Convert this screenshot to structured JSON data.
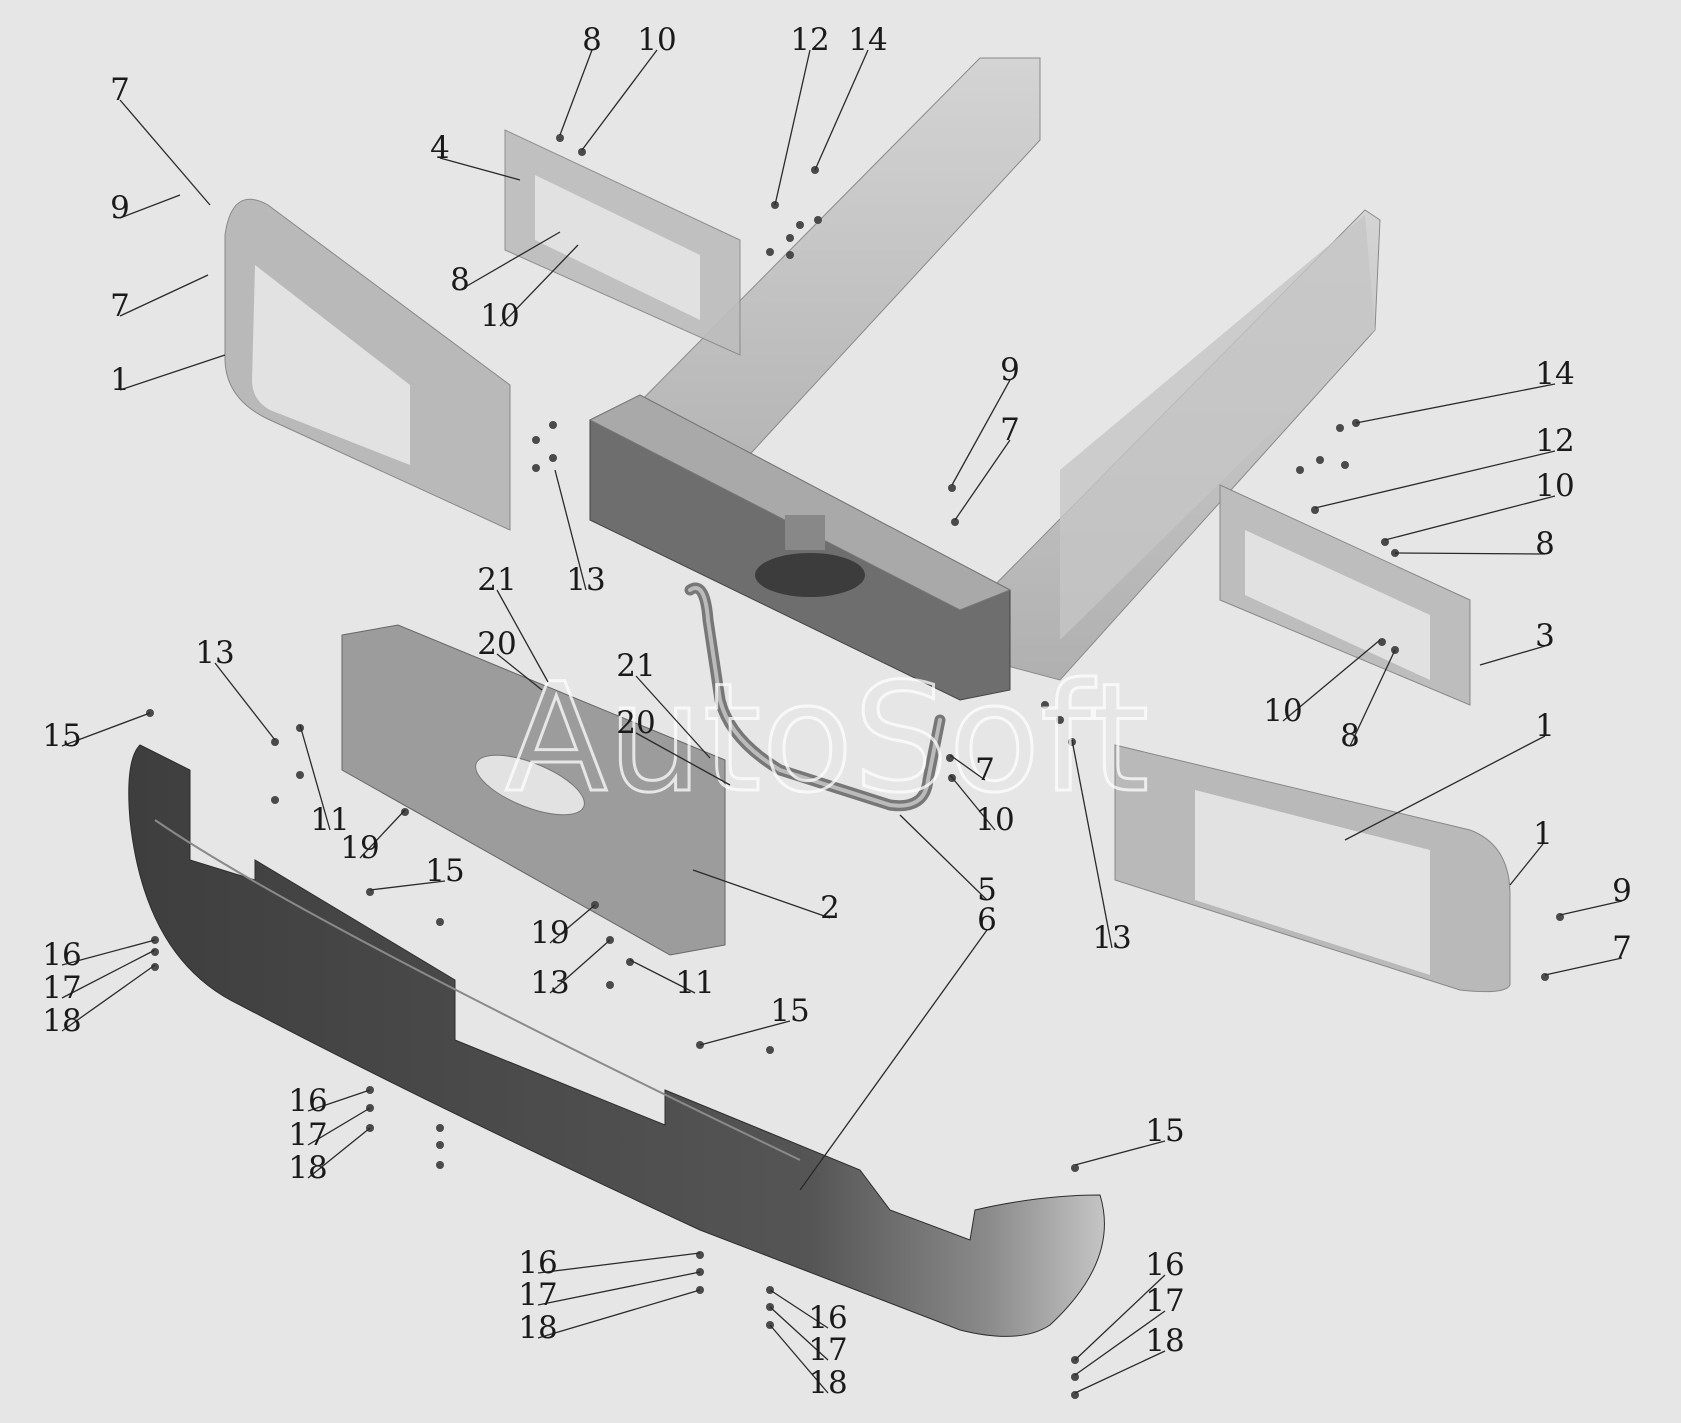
{
  "watermark": "AutoSoft",
  "parts": {
    "frame": "frame-rails",
    "crossmember": "front-crossmember",
    "bracket_left": "4",
    "bracket_right": "3",
    "panel_left": "1",
    "panel_right": "1",
    "center_panel": "2",
    "tow_bar": "5",
    "bumper": "6"
  },
  "colors": {
    "background": "#e6e6e6",
    "light_part": "#b9b9b9",
    "mid_part": "#9c9c9c",
    "dark_part": "#454545",
    "text": "#1a1a1a"
  },
  "callouts": [
    {
      "id": "c8a",
      "text": "8"
    },
    {
      "id": "c10a",
      "text": "10"
    },
    {
      "id": "c12a",
      "text": "12"
    },
    {
      "id": "c14a",
      "text": "14"
    },
    {
      "id": "c7a",
      "text": "7"
    },
    {
      "id": "c4",
      "text": "4"
    },
    {
      "id": "c9a",
      "text": "9"
    },
    {
      "id": "c8b",
      "text": "8"
    },
    {
      "id": "c7b",
      "text": "7"
    },
    {
      "id": "c10b",
      "text": "10"
    },
    {
      "id": "c1a",
      "text": "1"
    },
    {
      "id": "c9b",
      "text": "9"
    },
    {
      "id": "c14b",
      "text": "14"
    },
    {
      "id": "c7c",
      "text": "7"
    },
    {
      "id": "c12b",
      "text": "12"
    },
    {
      "id": "c10c",
      "text": "10"
    },
    {
      "id": "c8c",
      "text": "8"
    },
    {
      "id": "c13a",
      "text": "13"
    },
    {
      "id": "c21a",
      "text": "21"
    },
    {
      "id": "c3",
      "text": "3"
    },
    {
      "id": "c20a",
      "text": "20"
    },
    {
      "id": "c13b",
      "text": "13"
    },
    {
      "id": "c21b",
      "text": "21"
    },
    {
      "id": "c10d",
      "text": "10"
    },
    {
      "id": "c15a",
      "text": "15"
    },
    {
      "id": "c20b",
      "text": "20"
    },
    {
      "id": "c8d",
      "text": "8"
    },
    {
      "id": "c1b",
      "text": "1"
    },
    {
      "id": "c7d",
      "text": "7"
    },
    {
      "id": "c11a",
      "text": "11"
    },
    {
      "id": "c19a",
      "text": "19"
    },
    {
      "id": "c10e",
      "text": "10"
    },
    {
      "id": "c1c",
      "text": "1"
    },
    {
      "id": "c15b",
      "text": "15"
    },
    {
      "id": "c5",
      "text": "5"
    },
    {
      "id": "c9c",
      "text": "9"
    },
    {
      "id": "c2",
      "text": "2"
    },
    {
      "id": "c6",
      "text": "6"
    },
    {
      "id": "c19b",
      "text": "19"
    },
    {
      "id": "c13c",
      "text": "13"
    },
    {
      "id": "c7e",
      "text": "7"
    },
    {
      "id": "c16a",
      "text": "16"
    },
    {
      "id": "c11b",
      "text": "11"
    },
    {
      "id": "c13d",
      "text": "13"
    },
    {
      "id": "c17a",
      "text": "17"
    },
    {
      "id": "c18a",
      "text": "18"
    },
    {
      "id": "c15c",
      "text": "15"
    },
    {
      "id": "c16b",
      "text": "16"
    },
    {
      "id": "c17b",
      "text": "17"
    },
    {
      "id": "c18b",
      "text": "18"
    },
    {
      "id": "c15d",
      "text": "15"
    },
    {
      "id": "c16c",
      "text": "16"
    },
    {
      "id": "c17c",
      "text": "17"
    },
    {
      "id": "c18c",
      "text": "18"
    },
    {
      "id": "c16d",
      "text": "16"
    },
    {
      "id": "c17d",
      "text": "17"
    },
    {
      "id": "c18d",
      "text": "18"
    },
    {
      "id": "c16e",
      "text": "16"
    },
    {
      "id": "c17e",
      "text": "17"
    },
    {
      "id": "c18e",
      "text": "18"
    }
  ]
}
